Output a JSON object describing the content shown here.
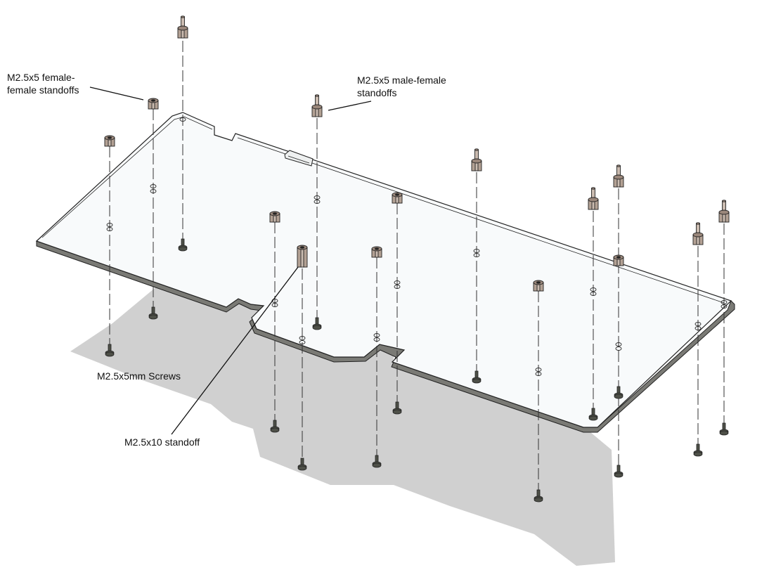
{
  "labels": {
    "ff_standoffs": "M2.5x5 female-\nfemale standoffs",
    "mf_standoffs": "M2.5x5 male-female\nstandoffs",
    "screws": "M2.5x5mm Screws",
    "standoff_10": "M2.5x10 standoff"
  },
  "colors": {
    "shadow": "#cfcfcf",
    "plate_fill": "#f7f9fa",
    "plate_edge": "#6e6e6a",
    "outline": "#222222",
    "brass": "#b3a194",
    "brass_dark": "#7d6b60",
    "screw": "#4b4d45",
    "axis": "#333333"
  }
}
